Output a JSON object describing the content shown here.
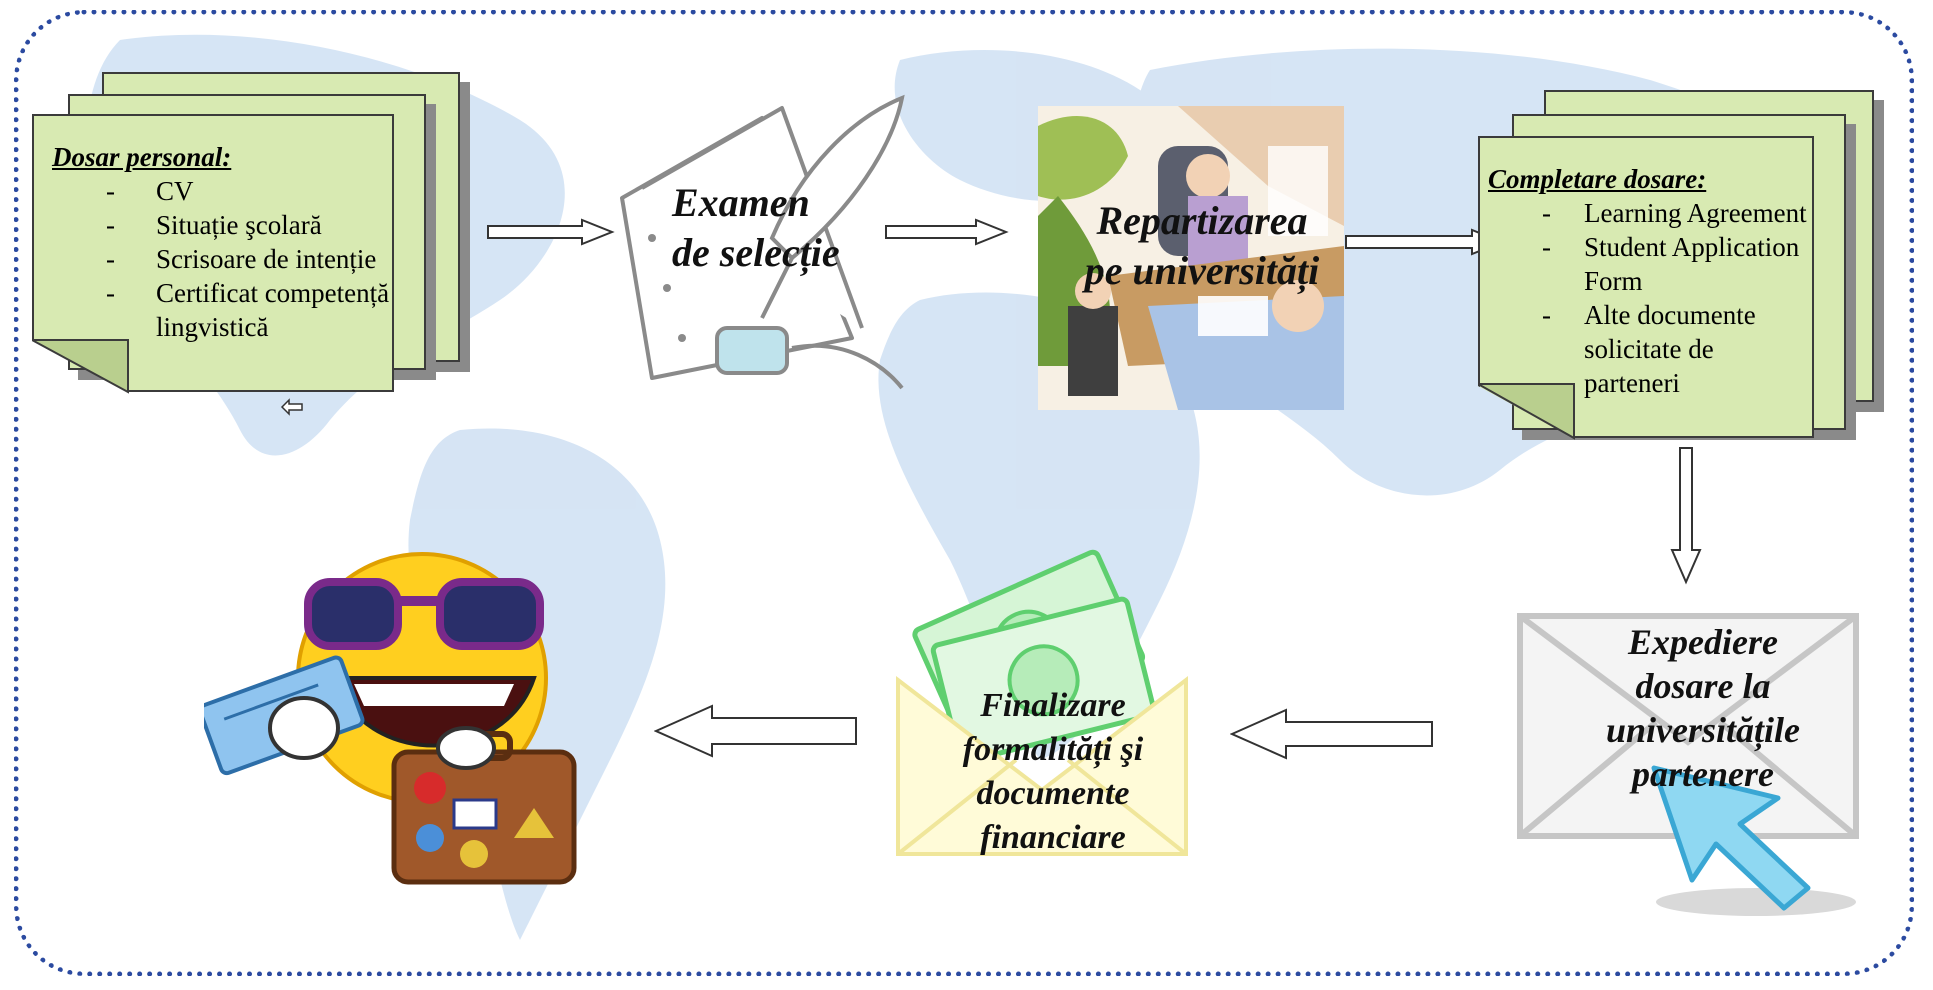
{
  "colors": {
    "frame_border": "#2b4aa0",
    "doc_fill": "#d8eab2",
    "map_tint": "#cfe0f3"
  },
  "step1_dosar": {
    "title": "Dosar personal:",
    "items": [
      "CV",
      "Situație şcolară",
      "Scrisoare de intenție",
      "Certificat competență lingvistică"
    ]
  },
  "step2_examen": {
    "label": "Examen de selecție"
  },
  "step3_repartizare": {
    "label": "Repartizarea pe universități"
  },
  "step4_completare": {
    "title": "Completare dosare:",
    "items": [
      "Learning Agreement",
      "Student Application Form",
      "Alte documente solicitate de parteneri"
    ]
  },
  "step5_expediere": {
    "label": "Expediere dosare la universitățile partenere"
  },
  "step6_finalizare": {
    "label": "Finalizare formalități şi documente financiare"
  },
  "icons": [
    "document-stack-icon",
    "quill-paper-icon",
    "office-meeting-icon",
    "envelope-icon",
    "mouse-pointer-icon",
    "money-envelope-icon",
    "smiley-traveler-icon",
    "world-map-background"
  ]
}
